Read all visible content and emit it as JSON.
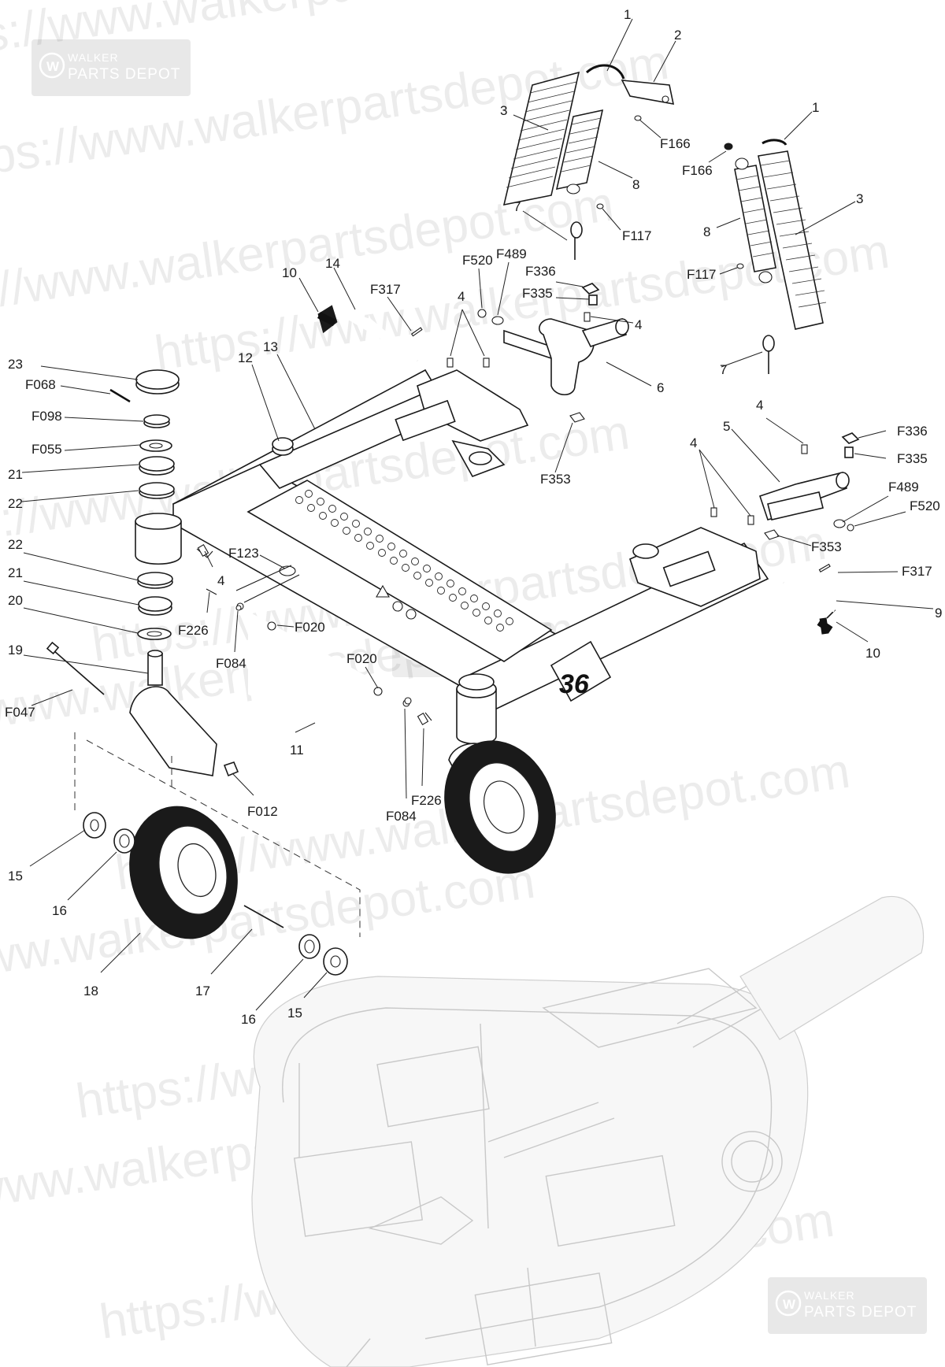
{
  "watermark": {
    "text": "https://www.walkerpartsdepot.com"
  },
  "logo": {
    "line1": "WALKER",
    "line2": "PARTS DEPOT",
    "mark": "W",
    "icon": "walker-logo-icon"
  },
  "deck_number": "36",
  "callouts": [
    {
      "id": "c1a",
      "text": "1"
    },
    {
      "id": "c2",
      "text": "2"
    },
    {
      "id": "c3a",
      "text": "3"
    },
    {
      "id": "cF166a",
      "text": "F166"
    },
    {
      "id": "c8a",
      "text": "8"
    },
    {
      "id": "c1b",
      "text": "1"
    },
    {
      "id": "cF166b",
      "text": "F166"
    },
    {
      "id": "c3b",
      "text": "3"
    },
    {
      "id": "c8b",
      "text": "8"
    },
    {
      "id": "c7a",
      "text": "7"
    },
    {
      "id": "cF117a",
      "text": "F117"
    },
    {
      "id": "cF117b",
      "text": "F117"
    },
    {
      "id": "cF520a",
      "text": "F520"
    },
    {
      "id": "cF489a",
      "text": "F489"
    },
    {
      "id": "cF336a",
      "text": "F336"
    },
    {
      "id": "cF335a",
      "text": "F335"
    },
    {
      "id": "c10a",
      "text": "10"
    },
    {
      "id": "c14",
      "text": "14"
    },
    {
      "id": "cF317a",
      "text": "F317"
    },
    {
      "id": "c4a",
      "text": "4"
    },
    {
      "id": "c4b",
      "text": "4"
    },
    {
      "id": "c12",
      "text": "12"
    },
    {
      "id": "c13",
      "text": "13"
    },
    {
      "id": "c6",
      "text": "6"
    },
    {
      "id": "c7b",
      "text": "7"
    },
    {
      "id": "c23",
      "text": "23"
    },
    {
      "id": "cF068",
      "text": "F068"
    },
    {
      "id": "cF098",
      "text": "F098"
    },
    {
      "id": "cF055",
      "text": "F055"
    },
    {
      "id": "c21a",
      "text": "21"
    },
    {
      "id": "c22a",
      "text": "22"
    },
    {
      "id": "cF353a",
      "text": "F353"
    },
    {
      "id": "c4c",
      "text": "4"
    },
    {
      "id": "c5",
      "text": "5"
    },
    {
      "id": "cF336b",
      "text": "F336"
    },
    {
      "id": "cF335b",
      "text": "F335"
    },
    {
      "id": "c4d",
      "text": "4"
    },
    {
      "id": "cF489b",
      "text": "F489"
    },
    {
      "id": "cF520b",
      "text": "F520"
    },
    {
      "id": "cF353b",
      "text": "F353"
    },
    {
      "id": "c22b",
      "text": "22"
    },
    {
      "id": "cF123",
      "text": "F123"
    },
    {
      "id": "c4e",
      "text": "4"
    },
    {
      "id": "c21b",
      "text": "21"
    },
    {
      "id": "cF226a",
      "text": "F226"
    },
    {
      "id": "cF317b",
      "text": "F317"
    },
    {
      "id": "c20",
      "text": "20"
    },
    {
      "id": "cF020a",
      "text": "F020"
    },
    {
      "id": "c9",
      "text": "9"
    },
    {
      "id": "c10b",
      "text": "10"
    },
    {
      "id": "c19",
      "text": "19"
    },
    {
      "id": "cF084a",
      "text": "F084"
    },
    {
      "id": "cF020b",
      "text": "F020"
    },
    {
      "id": "cF047",
      "text": "F047"
    },
    {
      "id": "c11",
      "text": "11"
    },
    {
      "id": "cF012",
      "text": "F012"
    },
    {
      "id": "cF084b",
      "text": "F084"
    },
    {
      "id": "cF226b",
      "text": "F226"
    },
    {
      "id": "c15a",
      "text": "15"
    },
    {
      "id": "c16a",
      "text": "16"
    },
    {
      "id": "c18",
      "text": "18"
    },
    {
      "id": "c17",
      "text": "17"
    },
    {
      "id": "c16b",
      "text": "16"
    },
    {
      "id": "c15b",
      "text": "15"
    }
  ]
}
